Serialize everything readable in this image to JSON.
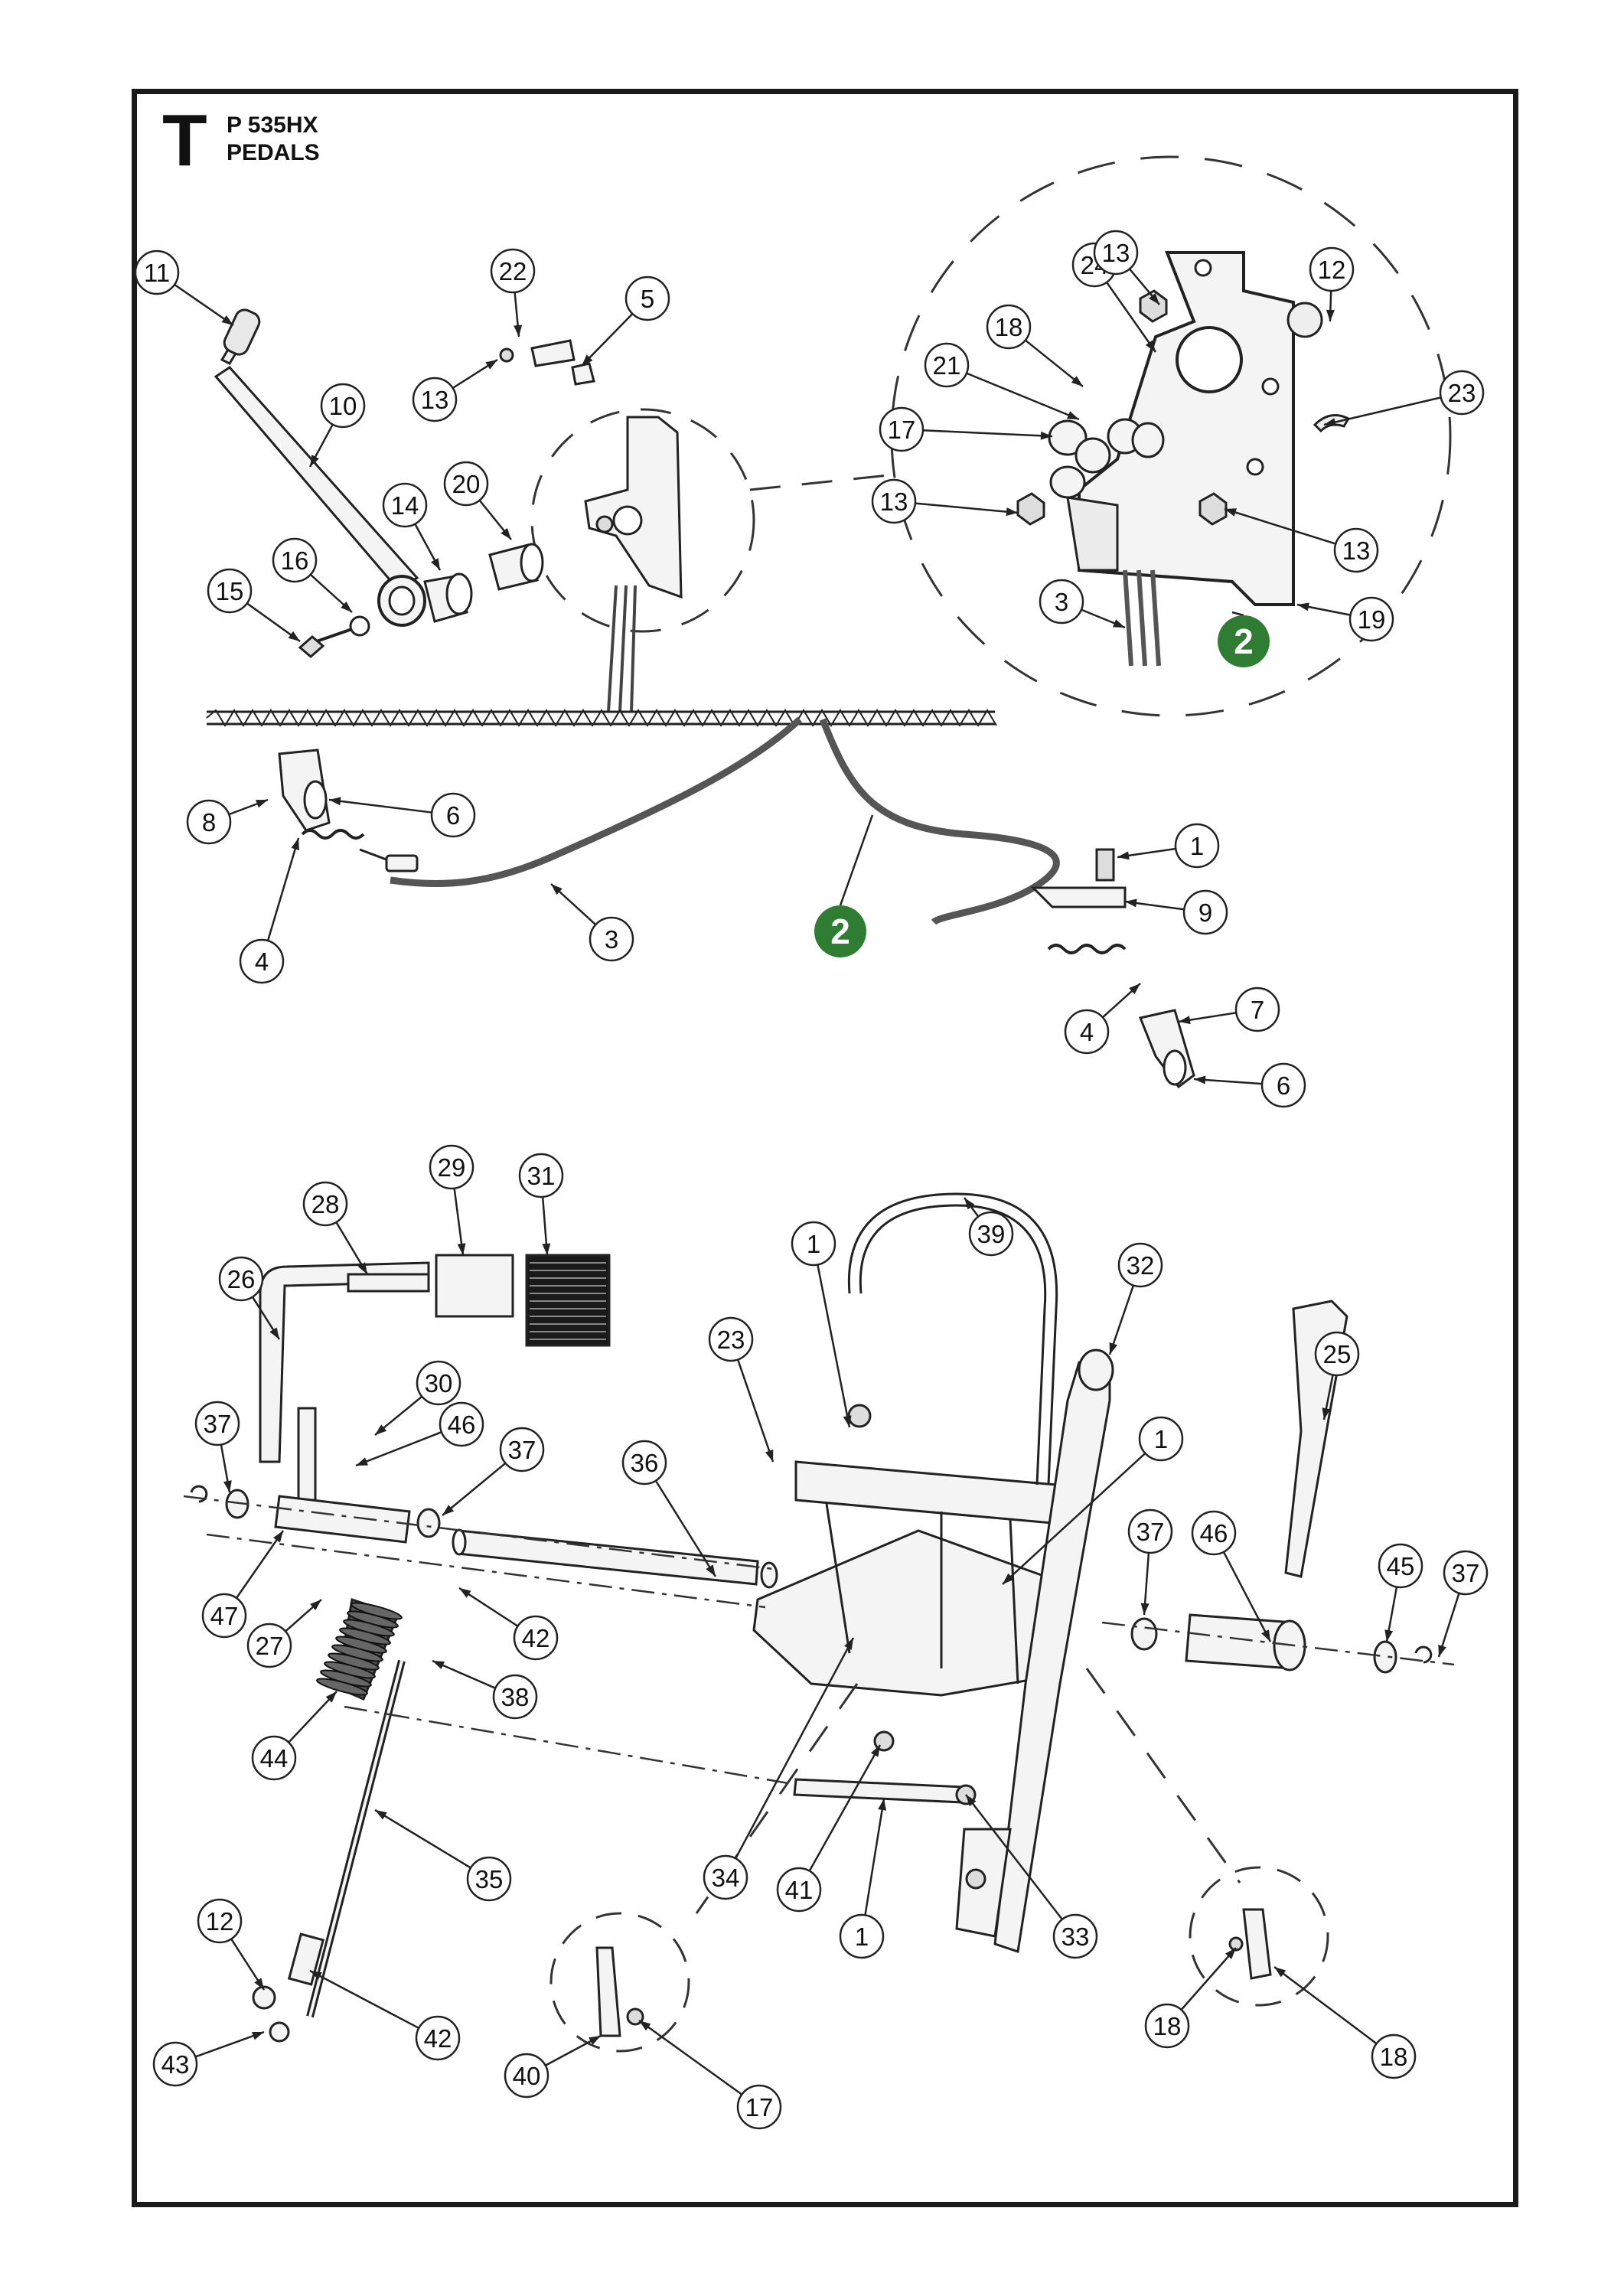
{
  "header": {
    "section_letter": "T",
    "model": "P 535HX",
    "subtitle": "PEDALS"
  },
  "colors": {
    "frame": "#1a1a1a",
    "line": "#222222",
    "part_fill": "#f4f4f4",
    "cable": "#5a5a5a",
    "badge": "#2e7d32"
  },
  "badges": [
    "2",
    "2"
  ],
  "callouts": [
    "11",
    "22",
    "5",
    "13",
    "10",
    "20",
    "14",
    "16",
    "15",
    "24",
    "13",
    "12",
    "18",
    "21",
    "23",
    "17",
    "13",
    "13",
    "3",
    "19",
    "8",
    "6",
    "1",
    "9",
    "3",
    "4",
    "7",
    "4",
    "6",
    "29",
    "31",
    "28",
    "39",
    "32",
    "26",
    "1",
    "23",
    "25",
    "30",
    "37",
    "46",
    "37",
    "36",
    "1",
    "37",
    "46",
    "45",
    "37",
    "47",
    "27",
    "42",
    "38",
    "44",
    "35",
    "34",
    "41",
    "1",
    "33",
    "12",
    "42",
    "43",
    "40",
    "17",
    "18",
    "18",
    "17"
  ]
}
